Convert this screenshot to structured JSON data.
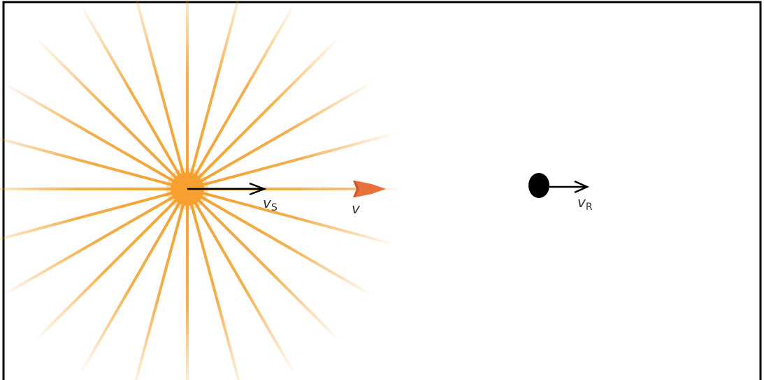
{
  "diagram": {
    "source": {
      "velocity_symbol": "v",
      "velocity_subscript": "S"
    },
    "wave": {
      "velocity_symbol": "v"
    },
    "receiver": {
      "velocity_symbol": "v",
      "velocity_subscript": "R"
    }
  },
  "colors": {
    "frame": "#000000",
    "rays": "#f2a12e",
    "source_core": "#f7a030",
    "wavefront": "#e8703a",
    "receiver": "#000000",
    "arrows": "#000000",
    "labels": "#333333"
  }
}
